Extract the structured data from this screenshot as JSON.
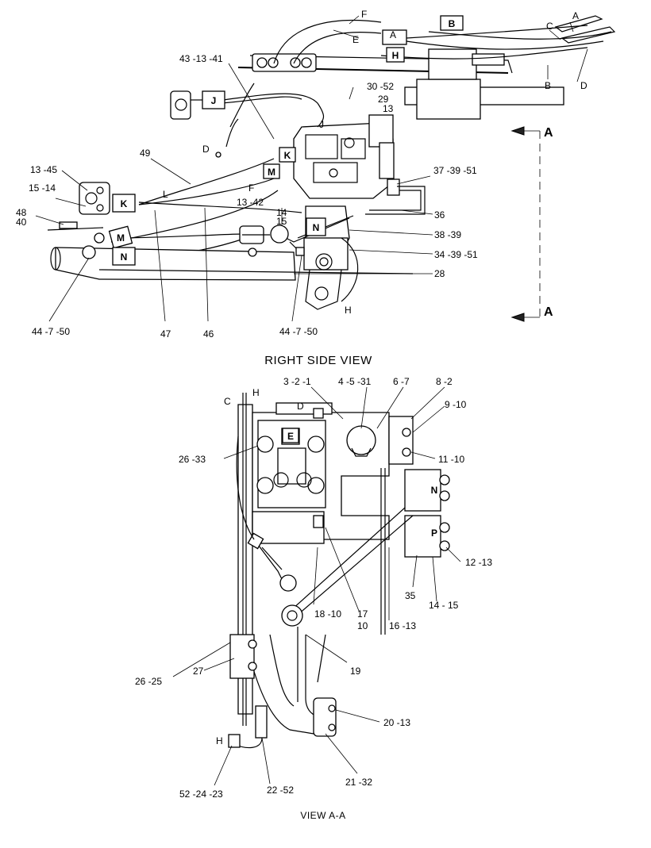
{
  "titles": {
    "right_side_view": "RIGHT SIDE VIEW",
    "view_a_a": "VIEW A-A"
  },
  "view_markers": {
    "top": "A",
    "bottom": "A"
  },
  "boxes": {
    "J": "J",
    "K": "K",
    "K2": "K",
    "M": "M",
    "M2": "M",
    "N": "N",
    "N2": "N",
    "N3": "N",
    "P": "P",
    "E": "E",
    "B": "B",
    "H": "H"
  },
  "upper_letters": {
    "F": "F",
    "E": "E",
    "A": "A",
    "A2": "A",
    "C": "C",
    "B": "B",
    "D": "D",
    "J": "J",
    "D2": "D",
    "F2": "F",
    "L": "L",
    "H": "H"
  },
  "upper_callouts": {
    "c43": "43 -13 -41",
    "c30": "30 -52",
    "c29": "29",
    "c13": "13",
    "c49": "49",
    "c13_45": "13 -45",
    "c15_14": "15 -14",
    "c48": "48",
    "c40": "40",
    "c13_42": "13 -42",
    "c14": "14",
    "c15": "15",
    "c37": "37 -39 -51",
    "c36": "36",
    "c38": "38 -39",
    "c34": "34 -39 -51",
    "c28": "28",
    "c44a": "44 -7 -50",
    "c47": "47",
    "c46": "46",
    "c44b": "44 -7 -50"
  },
  "lower_letters": {
    "C": "C",
    "H": "H",
    "D": "D",
    "H2": "H"
  },
  "lower_callouts": {
    "c3": "3 -2 -1",
    "c4": "4 -5 -31",
    "c6": "6 -7",
    "c8": "8 -2",
    "c9": "9 -10",
    "c26_33": "26 -33",
    "c11": "11 -10",
    "c12": "12 -13",
    "c35": "35",
    "c14_15": "14 - 15",
    "c18": "18 -10",
    "c17": "17",
    "c10": "10",
    "c16": "16 -13",
    "c19": "19",
    "c26_25": "26 -25",
    "c27": "27",
    "c20": "20 -13",
    "c21": "21 -32",
    "c52": "52 -24 -23",
    "c22": "22 -52"
  }
}
